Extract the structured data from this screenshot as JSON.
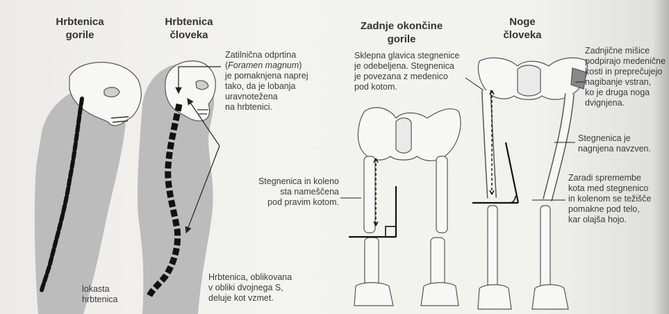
{
  "headings": {
    "gorilla_spine": "Hrbtenica gorile",
    "human_spine": "Hrbtenica človeka",
    "gorilla_legs": "Zadnje okončine gorile",
    "human_legs": "Noge človeka"
  },
  "labels": {
    "foramen_1": "Zatilnična odprtina",
    "foramen_paren_open": "(",
    "foramen_latin": "Foramen magnum",
    "foramen_paren_close": ")",
    "foramen_2": "je pomaknjena naprej",
    "foramen_3": "tako, da je lobanja",
    "foramen_4": "uravnotežena",
    "foramen_5": "na hrbtenici.",
    "arched_1": "lokasta",
    "arched_2": "hrbtenica",
    "s_spine_1": "Hrbtenica, oblikovana",
    "s_spine_2": "v obliki dvojnega S,",
    "s_spine_3": "deluje kot vzmet.",
    "femur_head_1": "Sklepna glavica stegnenice",
    "femur_head_2": "je odebeljena. Stegnenica",
    "femur_head_3": "je povezana z medenico",
    "femur_head_4": "pod kotom.",
    "knee_1": "Stegnenica in koleno",
    "knee_2": "sta nameščena",
    "knee_3": "pod pravim kotom.",
    "gluteal_1": "Zadnjične mišice",
    "gluteal_2": "podpirajo medenične",
    "gluteal_3": "kosti in preprečujejo",
    "gluteal_4": "nagibanje vstran,",
    "gluteal_5": "ko je druga noga",
    "gluteal_6": "dvignjena.",
    "femur_tilt_1": "Stegnenica je",
    "femur_tilt_2": "nagnjena navzven.",
    "weight_1": "Zaradi spremembe",
    "weight_2": "kota med stegnenico",
    "weight_3": "in kolenom se težišče",
    "weight_4": "pomakne pod telo,",
    "weight_5": "kar olajša hojo."
  },
  "colors": {
    "silhouette": "#bdbdbd",
    "bone_fill": "#f7f7f5",
    "bone_stroke": "#555555",
    "vertebra": "#111111",
    "text": "#333333"
  }
}
